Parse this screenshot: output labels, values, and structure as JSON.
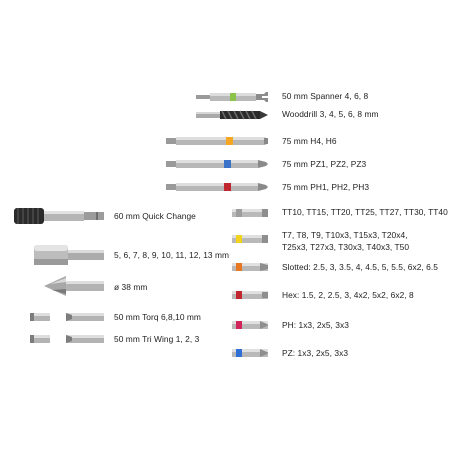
{
  "items": [
    {
      "id": "spanner",
      "label": "50 mm Spanner 4, 6, 8",
      "band": "#8bc34a"
    },
    {
      "id": "wooddrill",
      "label": "Wooddrill 3, 4, 5, 6, 8 mm"
    },
    {
      "id": "h4h6",
      "label": "75 mm H4, H6",
      "band": "#f5a623"
    },
    {
      "id": "pz",
      "label": "75 mm PZ1, PZ2, PZ3",
      "band": "#3b73c8"
    },
    {
      "id": "ph",
      "label": "75 mm PH1, PH2, PH3",
      "band": "#c0262d"
    },
    {
      "id": "quickchange",
      "label": "60 mm Quick Change"
    },
    {
      "id": "torx_short",
      "label": "TT10, TT15, TT20, TT25, TT27, TT30, TT40",
      "band": "#9e9e9e"
    },
    {
      "id": "torx_long",
      "label_lines": [
        "T7, T8, T9, T10x3, T15x3, T20x4,",
        "T25x3, T27x3, T30x3, T40x3, T50"
      ],
      "band": "#f2d21b"
    },
    {
      "id": "nutsetter",
      "label": "5, 6, 7, 8, 9, 10, 11, 12, 13 mm"
    },
    {
      "id": "slotted",
      "label": "Slotted: 2.5, 3, 3.5, 4, 4.5, 5, 5.5, 6x2, 6.5",
      "band": "#e87722"
    },
    {
      "id": "countersink",
      "label": "ø 38 mm"
    },
    {
      "id": "hex",
      "label": "Hex: 1.5, 2, 2.5, 3, 4x2, 5x2, 6x2, 8",
      "band": "#c0262d"
    },
    {
      "id": "torq",
      "label": "50 mm Torq 6,8,10 mm"
    },
    {
      "id": "phbit",
      "label": "PH: 1x3, 2x5, 3x3",
      "band": "#d0245a"
    },
    {
      "id": "triwing",
      "label": "50 mm Tri Wing 1, 2, 3"
    },
    {
      "id": "pzbit",
      "label": "PZ: 1x3, 2x5, 3x3",
      "band": "#2f6fd6"
    }
  ]
}
